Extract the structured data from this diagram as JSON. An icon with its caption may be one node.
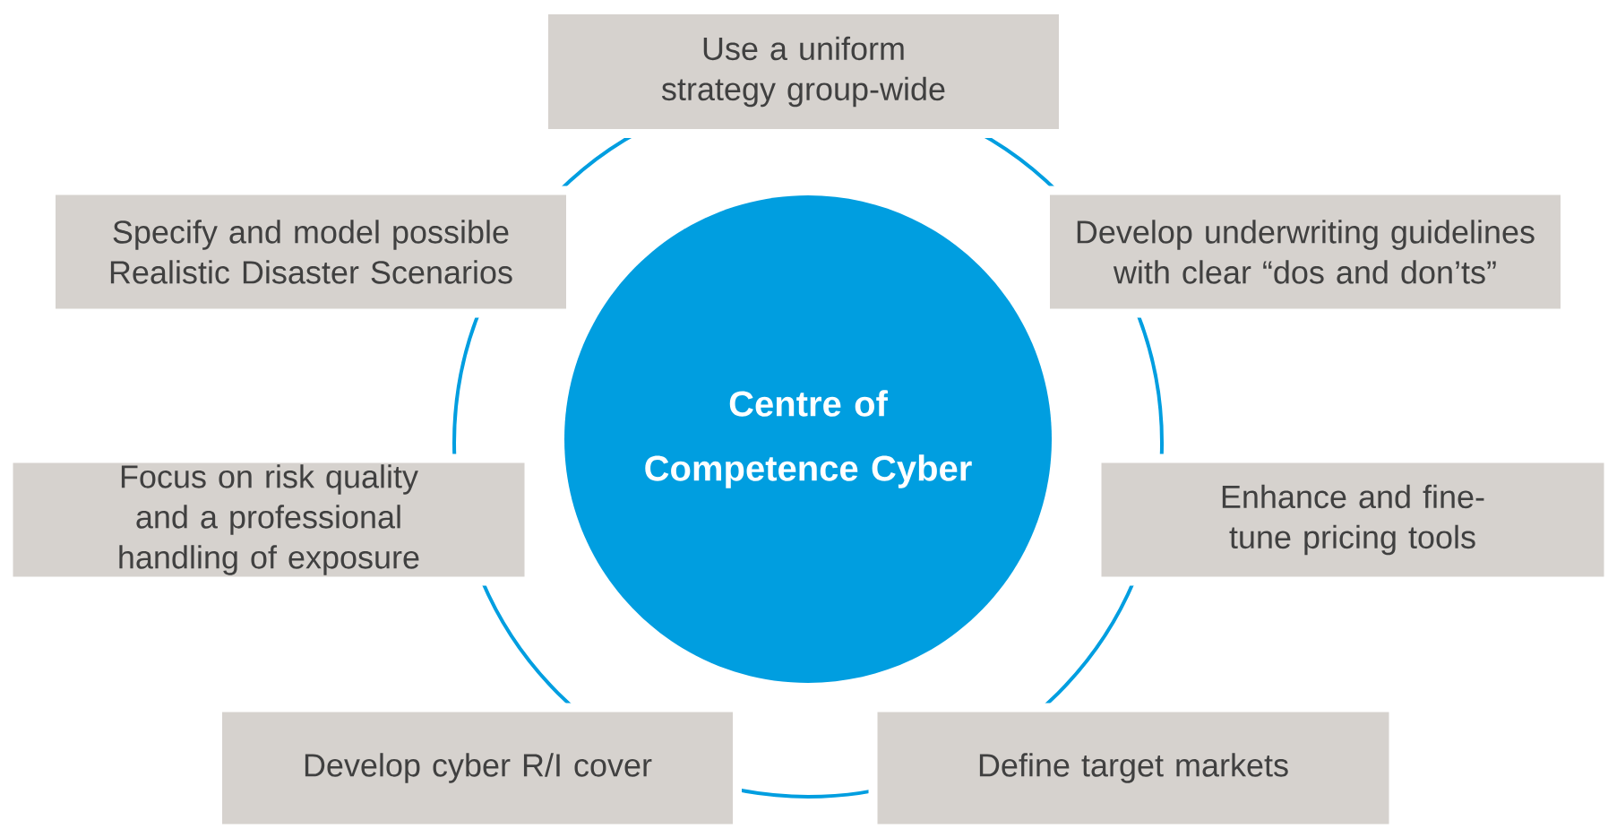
{
  "diagram": {
    "nodes": [
      {
        "text": [
          "Use a uniform strategy group-wide"
        ]
      },
      {
        "text": [
          "Specify and model possible Realistic Disaster Scenarios"
        ]
      },
      {
        "text": [
          "Develop underwriting guidelines with clear “dos and don’ts”"
        ]
      },
      {
        "text": [
          "Centre of Competence Cyber"
        ]
      },
      {
        "text": [
          "Focus on risk quality and a professional handling of exposure"
        ]
      },
      {
        "text": [
          "Enhance and fine-tune pricing tools"
        ]
      },
      {
        "text": [
          "Develop cyber R/I cover"
        ]
      },
      {
        "text": [
          "Define target markets"
        ]
      }
    ]
  }
}
